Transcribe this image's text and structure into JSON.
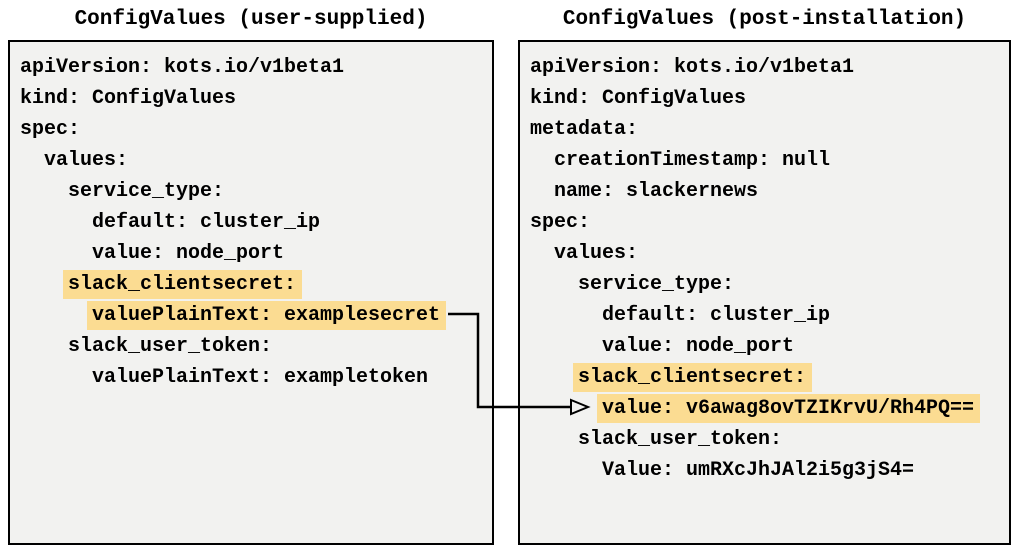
{
  "colors": {
    "panel_background": "#f2f2f0",
    "panel_border": "#000000",
    "highlight": "#fbdc92",
    "text": "#000000"
  },
  "left_panel": {
    "title": "ConfigValues (user-supplied)",
    "lines": [
      {
        "text": "apiVersion: kots.io/v1beta1",
        "indent": 0,
        "highlight": false
      },
      {
        "text": "kind: ConfigValues",
        "indent": 0,
        "highlight": false
      },
      {
        "text": "spec:",
        "indent": 0,
        "highlight": false
      },
      {
        "text": "values:",
        "indent": 1,
        "highlight": false
      },
      {
        "text": "service_type:",
        "indent": 2,
        "highlight": false
      },
      {
        "text": "default: cluster_ip",
        "indent": 3,
        "highlight": false
      },
      {
        "text": "value: node_port",
        "indent": 3,
        "highlight": false
      },
      {
        "text": "slack_clientsecret:",
        "indent": 2,
        "highlight": true
      },
      {
        "text": "valuePlainText: examplesecret",
        "indent": 3,
        "highlight": true
      },
      {
        "text": "slack_user_token:",
        "indent": 2,
        "highlight": false
      },
      {
        "text": "valuePlainText: exampletoken",
        "indent": 3,
        "highlight": false
      }
    ]
  },
  "right_panel": {
    "title": "ConfigValues (post-installation)",
    "lines": [
      {
        "text": "apiVersion: kots.io/v1beta1",
        "indent": 0,
        "highlight": false
      },
      {
        "text": "kind: ConfigValues",
        "indent": 0,
        "highlight": false
      },
      {
        "text": "metadata:",
        "indent": 0,
        "highlight": false
      },
      {
        "text": "creationTimestamp: null",
        "indent": 1,
        "highlight": false
      },
      {
        "text": "name: slackernews",
        "indent": 1,
        "highlight": false
      },
      {
        "text": "spec:",
        "indent": 0,
        "highlight": false
      },
      {
        "text": "values:",
        "indent": 1,
        "highlight": false
      },
      {
        "text": "service_type:",
        "indent": 2,
        "highlight": false
      },
      {
        "text": "default: cluster_ip",
        "indent": 3,
        "highlight": false
      },
      {
        "text": "value: node_port",
        "indent": 3,
        "highlight": false
      },
      {
        "text": "slack_clientsecret:",
        "indent": 2,
        "highlight": true
      },
      {
        "text": "value: v6awag8ovTZIKrvU/Rh4PQ==",
        "indent": 3,
        "highlight": true
      },
      {
        "text": "slack_user_token:",
        "indent": 2,
        "highlight": false
      },
      {
        "text": "Value: umRXcJhJAl2i5g3jS4=",
        "indent": 3,
        "highlight": false
      }
    ]
  },
  "arrow": {
    "connects_from": "valuePlainText: examplesecret",
    "connects_to": "value: v6awag8ovTZIKrvU/Rh4PQ=="
  }
}
